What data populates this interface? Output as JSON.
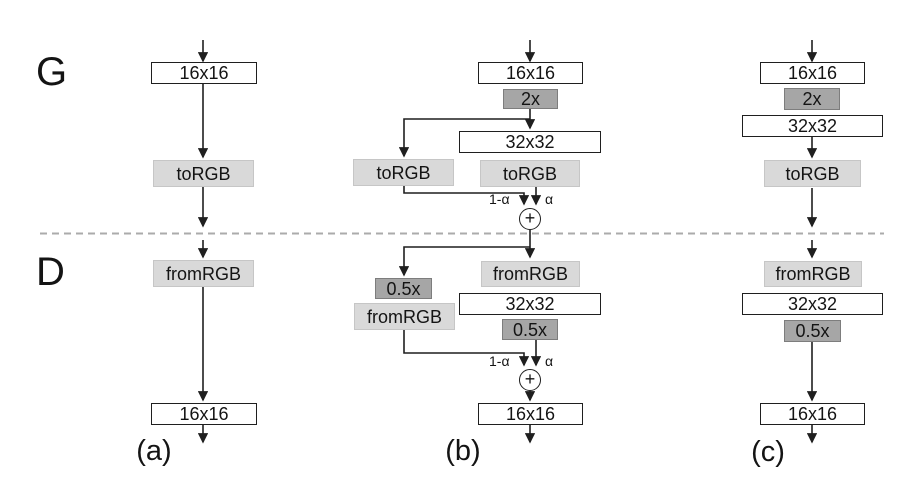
{
  "colors": {
    "box_white": "#ffffff",
    "box_light": "#d9d9d9",
    "box_dark": "#a6a6a6",
    "line": "#1f1f1f",
    "divider": "#ababab"
  },
  "sections": {
    "generator_label": "G",
    "discriminator_label": "D"
  },
  "columns": {
    "a": {
      "caption": "(a)",
      "g_input_box": "16x16",
      "g_torgb": "toRGB",
      "d_fromrgb": "fromRGB",
      "d_output_box": "16x16"
    },
    "b": {
      "caption": "(b)",
      "g_input_box": "16x16",
      "g_upsample": "2x",
      "g_res32": "32x32",
      "g_torgb_old": "toRGB",
      "g_torgb_new": "toRGB",
      "g_weight_old": "1-α",
      "g_weight_new": "α",
      "g_sum": "+",
      "d_fromrgb_new": "fromRGB",
      "d_downsample_old": "0.5x",
      "d_res32": "32x32",
      "d_fromrgb_old": "fromRGB",
      "d_downsample_new": "0.5x",
      "d_weight_old": "1-α",
      "d_weight_new": "α",
      "d_sum": "+",
      "d_output_box": "16x16"
    },
    "c": {
      "caption": "(c)",
      "g_input_box": "16x16",
      "g_upsample": "2x",
      "g_res32": "32x32",
      "g_torgb": "toRGB",
      "d_fromrgb": "fromRGB",
      "d_res32": "32x32",
      "d_downsample": "0.5x",
      "d_output_box": "16x16"
    }
  }
}
